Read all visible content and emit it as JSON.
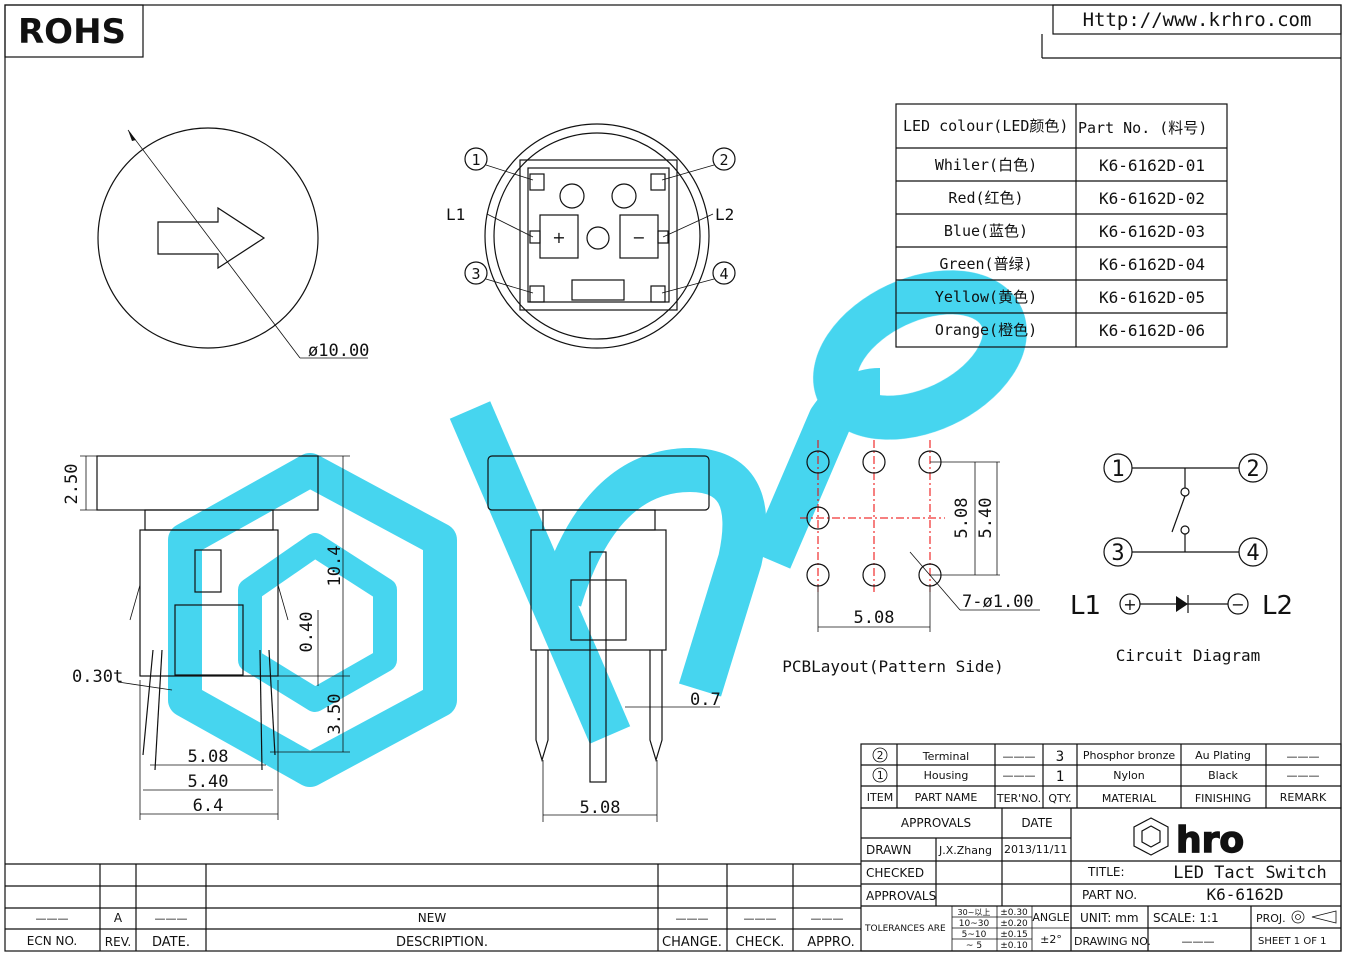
{
  "header": {
    "rohs": "ROHS",
    "url": "Http://www.krhro.com"
  },
  "led_table": {
    "col1": "LED  colour(LED颜色)",
    "col2": "Part  No.  (料号)",
    "rows": [
      {
        "color": "Whiler(白色)",
        "part": "K6-6162D-01"
      },
      {
        "color": "Red(红色)",
        "part": "K6-6162D-02"
      },
      {
        "color": "Blue(蓝色)",
        "part": "K6-6162D-03"
      },
      {
        "color": "Green(普绿)",
        "part": "K6-6162D-04"
      },
      {
        "color": "Yellow(黄色)",
        "part": "K6-6162D-05"
      },
      {
        "color": "Orange(橙色)",
        "part": "K6-6162D-06"
      }
    ]
  },
  "dims": {
    "dia": "ø10.00",
    "h250": "2.50",
    "h104": "10.4",
    "h040": "0.40",
    "h350": "3.50",
    "t030": "0.30t",
    "w508a": "5.08",
    "w540a": "5.40",
    "w64": "6.4",
    "w508b": "5.08",
    "w07": "0.7",
    "pcb_v508": "5.08",
    "pcb_v540": "5.40",
    "pcb_h508": "5.08",
    "pcb_hole": "7-ø1.00"
  },
  "labels": {
    "n1": "1",
    "n2": "2",
    "n3": "3",
    "n4": "4",
    "L1": "L1",
    "L2": "L2",
    "plus": "+",
    "minus": "−",
    "pcb_title": "PCBLayout(Pattern  Side)",
    "circuit_title": "Circuit  Diagram",
    "c1": "1",
    "c2": "2",
    "c3": "3",
    "c4": "4",
    "cL1": "L1",
    "cL2": "L2"
  },
  "bom": [
    {
      "item": "2",
      "name": "Terminal",
      "ter": "———",
      "qty": "3",
      "material": "Phosphor  bronze",
      "finish": "Au  Plating",
      "remark": "———"
    },
    {
      "item": "1",
      "name": "Housing",
      "ter": "———",
      "qty": "1",
      "material": "Nylon",
      "finish": "Black",
      "remark": "———"
    }
  ],
  "bom_header": {
    "item": "ITEM",
    "name": "PART  NAME",
    "ter": "TER'NO.",
    "qty": "QTY.",
    "material": "MATERIAL",
    "finish": "FINISHING",
    "remark": "REMARK"
  },
  "title_block": {
    "approvals_hdr": "APPROVALS",
    "date_hdr": "DATE",
    "drawn": "DRAWN",
    "drawn_by": "J.X.Zhang",
    "drawn_date": "2013/11/11",
    "checked": "CHECKED",
    "approvals": "APPROVALS",
    "title_lbl": "TITLE:",
    "title_val": "LED  Tact  Switch",
    "partno_lbl": "PART  NO.",
    "partno_val": "K6-6162D",
    "tol_lbl": "TOLERANCES  ARE",
    "tol_r1a": "30~以上",
    "tol_r1b": "±0.30",
    "tol_r2a": "10~30",
    "tol_r2b": "±0.20",
    "tol_r3a": "5~10",
    "tol_r3b": "±0.15",
    "tol_r4a": "~  5",
    "tol_r4b": "±0.10",
    "angle": "ANGLE",
    "angle_val": "±2°",
    "unit": "UNIT:  mm",
    "scale": "SCALE:   1:1",
    "proj": "PROJ.",
    "drawing_no": "DRAWING  NO.",
    "drawing_no_val": "———",
    "sheet": "SHEET   1  OF  1",
    "logo": "hro"
  },
  "revision": {
    "ecn_val": "———",
    "rev_val": "A",
    "date_val": "———",
    "desc_val": "NEW",
    "change_val": "———",
    "check_val": "———",
    "appro_val": "———",
    "ecn": "ECN  NO.",
    "rev": "REV.",
    "date": "DATE.",
    "desc": "DESCRIPTION.",
    "change": "CHANGE.",
    "check": "CHECK.",
    "appro": "APPRO."
  },
  "colors": {
    "watermark": "#3dd3ef",
    "pcb_center": "#e00000"
  }
}
